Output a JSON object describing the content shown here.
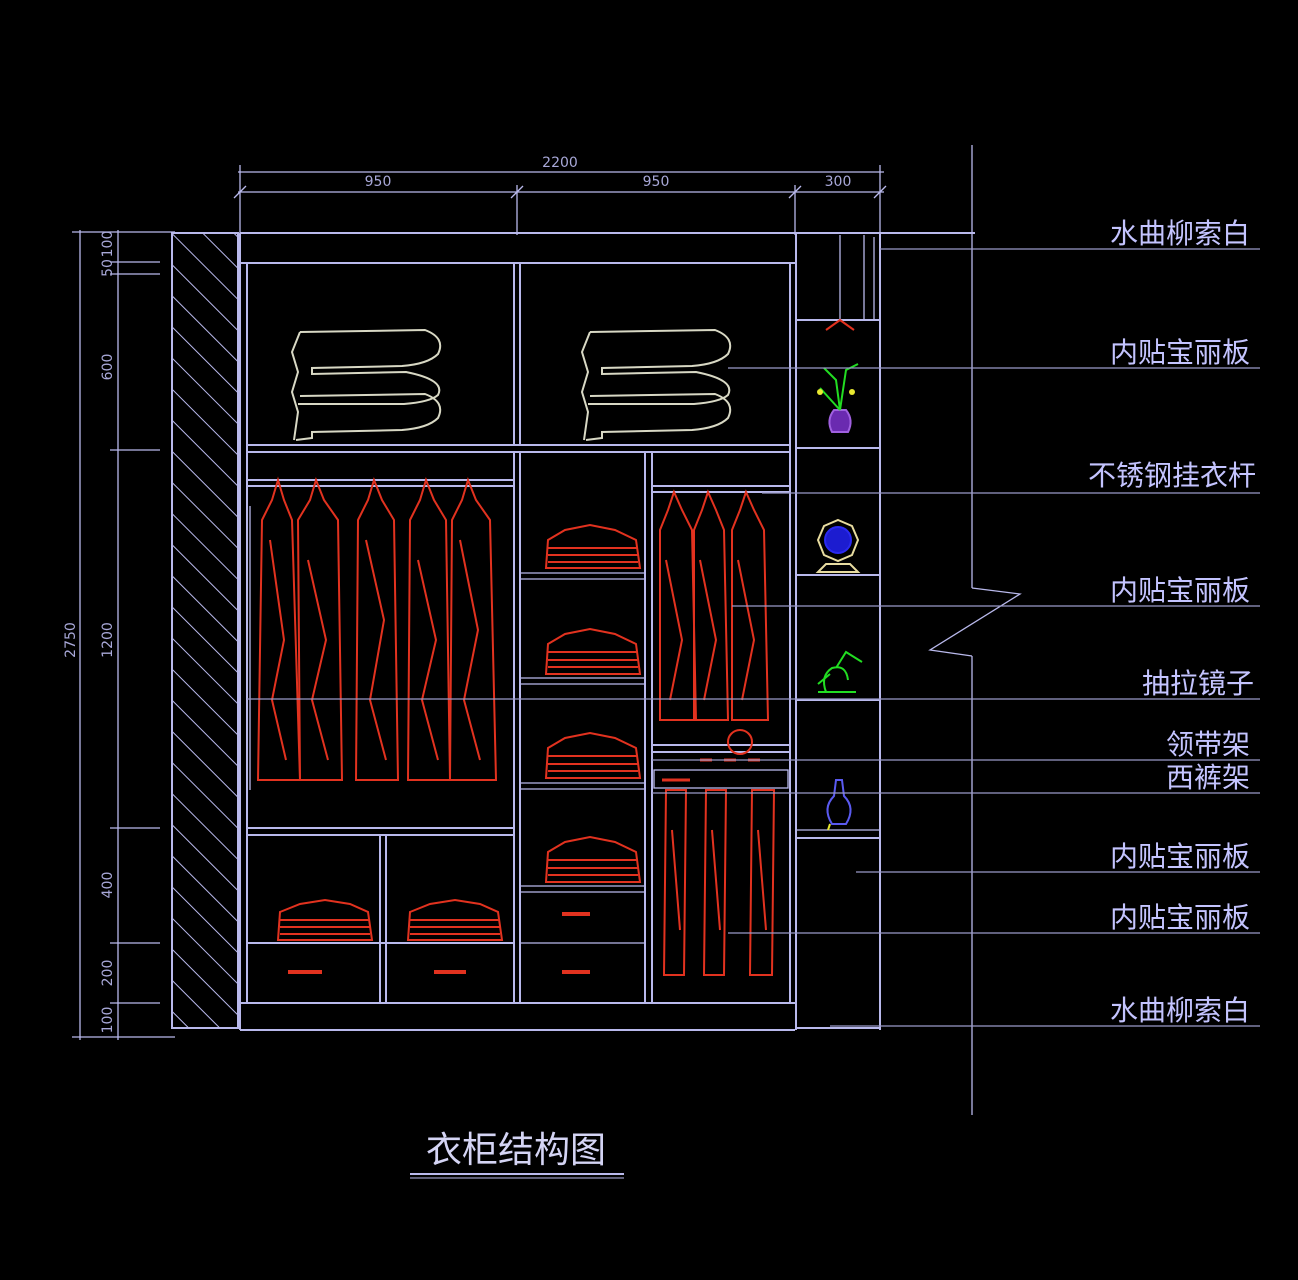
{
  "title": "衣柜结构图",
  "callouts": [
    "水曲柳索白",
    "内贴宝丽板",
    "不锈钢挂衣杆",
    "内贴宝丽板",
    "抽拉镜子",
    "领带架",
    "西裤架",
    "内贴宝丽板",
    "内贴宝丽板",
    "水曲柳索白"
  ],
  "dimensions": {
    "top_total": "2200",
    "top_segments": [
      "950",
      "950",
      "300"
    ],
    "left_total": "2750",
    "left_segments": [
      "50",
      "100",
      "600",
      "1200",
      "400",
      "200",
      "100"
    ]
  },
  "colors": {
    "background": "#000000",
    "lines": "#b9b9ec",
    "clothing": "#e2321f",
    "folded_linen": "#d8d8c4",
    "ornament_blue": "#1c1cd0",
    "ornament_green": "#22dd22",
    "ornament_purple": "#a060e0"
  }
}
